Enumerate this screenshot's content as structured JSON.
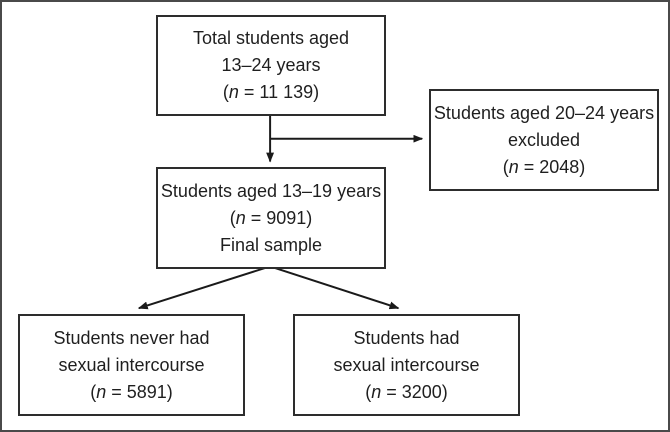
{
  "figure": {
    "type": "flowchart",
    "background_color": "#ffffff",
    "frame_color": "#4a4a4a",
    "box_border_color": "#2d2d2d",
    "arrow_color": "#1a1a1a",
    "text_color": "#1f1f1f"
  },
  "nodes": {
    "total": {
      "line1": "Total students aged",
      "line2": "13–24 years",
      "n_open": "(",
      "n_symbol": "n",
      "n_rest": " = 11 139)"
    },
    "excluded": {
      "line1": "Students aged 20–24 years",
      "line2": "excluded",
      "n_open": "(",
      "n_symbol": "n",
      "n_rest": " = 2048)"
    },
    "final": {
      "line1": "Students aged 13–19 years",
      "n_open": "(",
      "n_symbol": "n",
      "n_rest": " = 9091)",
      "line3": "Final sample"
    },
    "never": {
      "line1": "Students never had",
      "line2": "sexual intercourse",
      "n_open": "(",
      "n_symbol": "n",
      "n_rest": " = 5891)"
    },
    "had": {
      "line1": "Students had",
      "line2": "sexual intercourse",
      "n_open": "(",
      "n_symbol": "n",
      "n_rest": " = 3200)"
    }
  }
}
